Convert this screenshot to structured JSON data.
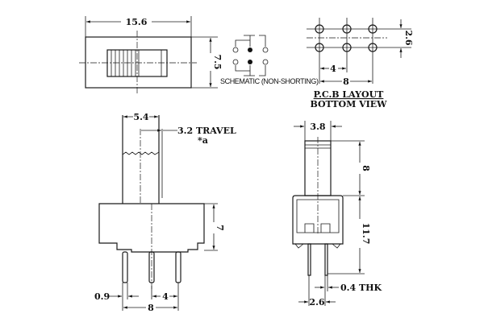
{
  "top_view": {
    "width_dim": "15.6",
    "height_dim": "7.5"
  },
  "schematic": {
    "label": "SCHEMATIC (NON-SHORTING)"
  },
  "pcb_layout": {
    "title_line1": "P.C.B LAYOUT",
    "title_line2": "BOTTOM VIEW",
    "row_pitch": "2.6",
    "pitch": "4",
    "span": "8"
  },
  "front_view": {
    "actuator_width": "5.4",
    "travel": "3.2 TRAVEL",
    "travel_note": "*a",
    "body_height": "7",
    "pin_width": "0.9",
    "pin_pitch": "4",
    "pin_span": "8"
  },
  "side_view": {
    "actuator_width": "3.8",
    "actuator_height": "8",
    "body_height": "11.7",
    "pin_thickness": "0.4 THK",
    "pin_spacing": "2.6"
  }
}
